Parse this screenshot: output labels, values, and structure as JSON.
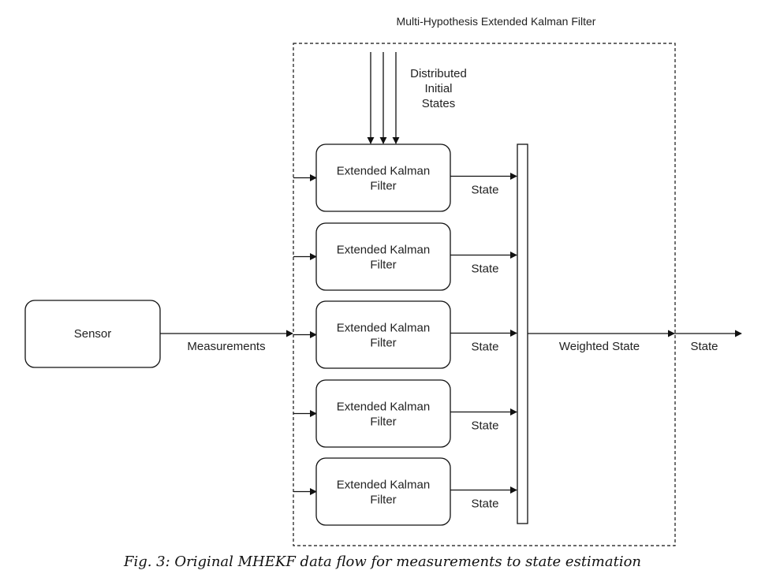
{
  "title": "Multi-Hypothesis Extended Kalman Filter",
  "sensor": {
    "label": "Sensor"
  },
  "measurements_label": "Measurements",
  "initial_states_label": [
    "Distributed",
    "Initial",
    "States"
  ],
  "filters": [
    {
      "line1": "Extended Kalman",
      "line2": "Filter",
      "output": "State"
    },
    {
      "line1": "Extended Kalman",
      "line2": "Filter",
      "output": "State"
    },
    {
      "line1": "Extended Kalman",
      "line2": "Filter",
      "output": "State"
    },
    {
      "line1": "Extended Kalman",
      "line2": "Filter",
      "output": "State"
    },
    {
      "line1": "Extended Kalman",
      "line2": "Filter",
      "output": "State"
    }
  ],
  "weighted_state_label": "Weighted State",
  "final_output_label": "State",
  "caption": "Fig. 3: Original MHEKF data flow for measurements to state estimation"
}
